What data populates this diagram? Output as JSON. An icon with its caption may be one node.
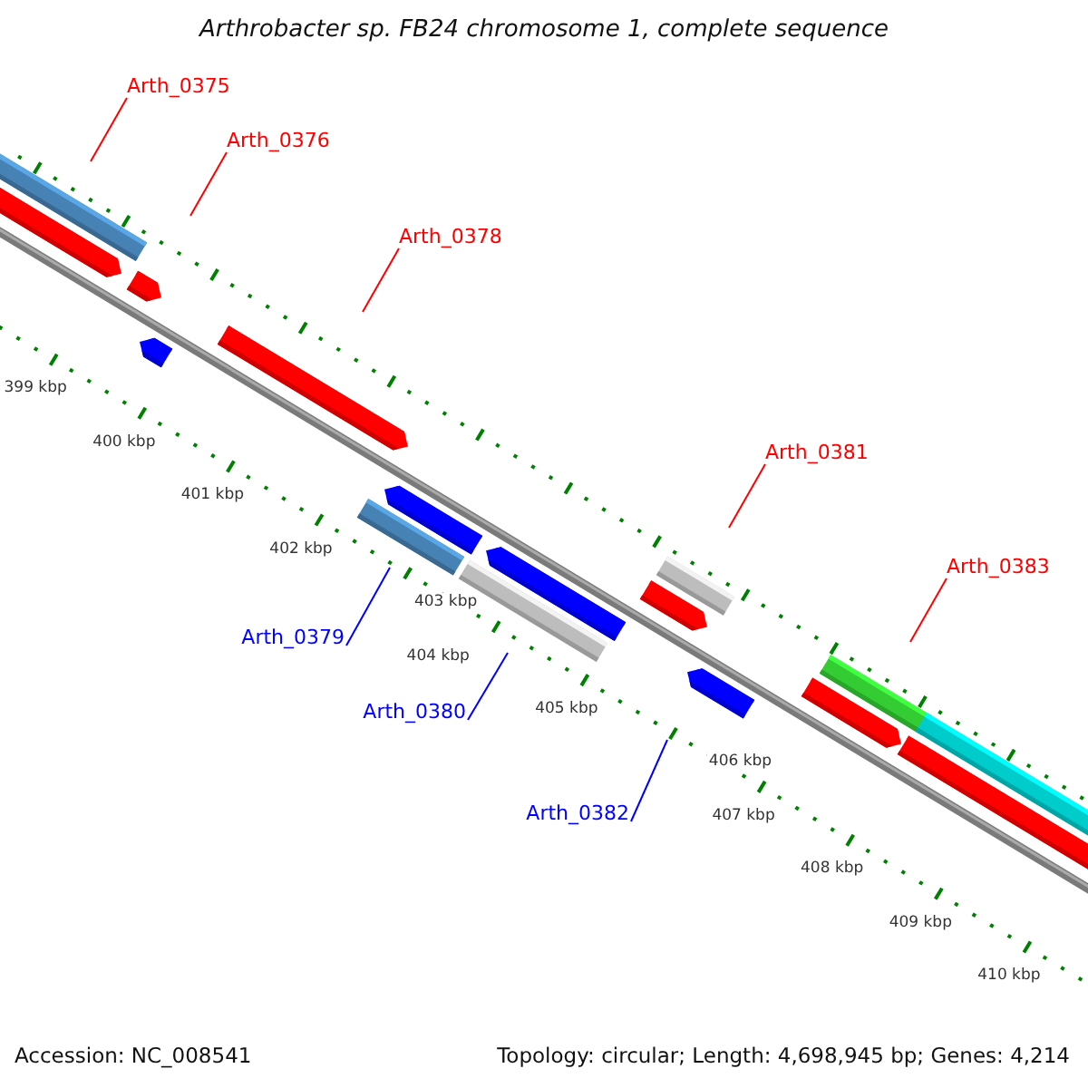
{
  "diagram": {
    "title": "Arthrobacter sp. FB24 chromosome 1, complete sequence",
    "nodes": [
      {
        "text": [
          "Arth_0375"
        ]
      },
      {
        "text": [
          "Arth_0376"
        ]
      },
      {
        "text": [
          "Arth_0378"
        ]
      },
      {
        "text": [
          "Arth_0381"
        ]
      },
      {
        "text": [
          "Arth_0383"
        ]
      },
      {
        "text": [
          "Arth_0379"
        ]
      },
      {
        "text": [
          "Arth_0380"
        ]
      },
      {
        "text": [
          "Arth_0382"
        ]
      }
    ],
    "edges": [
      {
        "from": 0,
        "to": null,
        "arrow": "none"
      },
      {
        "from": 1,
        "to": null,
        "arrow": "none"
      },
      {
        "from": 2,
        "to": null,
        "arrow": "none"
      },
      {
        "from": 3,
        "to": null,
        "arrow": "none"
      },
      {
        "from": 4,
        "to": null,
        "arrow": "none"
      },
      {
        "from": 5,
        "to": null,
        "arrow": "none",
        "color": "#0000ff"
      },
      {
        "from": 6,
        "to": null,
        "arrow": "none",
        "color": "#0000ff"
      },
      {
        "from": 7,
        "to": null,
        "arrow": "none",
        "color": "#0000ff"
      }
    ],
    "labels": [
      "399 kbp",
      "400 kbp",
      "401 kbp",
      "402 kbp",
      "403 kbp",
      "404 kbp",
      "405 kbp",
      "406 kbp",
      "407 kbp",
      "408 kbp",
      "409 kbp",
      "410 kbp",
      "Accession: NC_008541",
      "Topology: circular; Length: 4,698,945 bp; Genes: 4,214"
    ]
  }
}
